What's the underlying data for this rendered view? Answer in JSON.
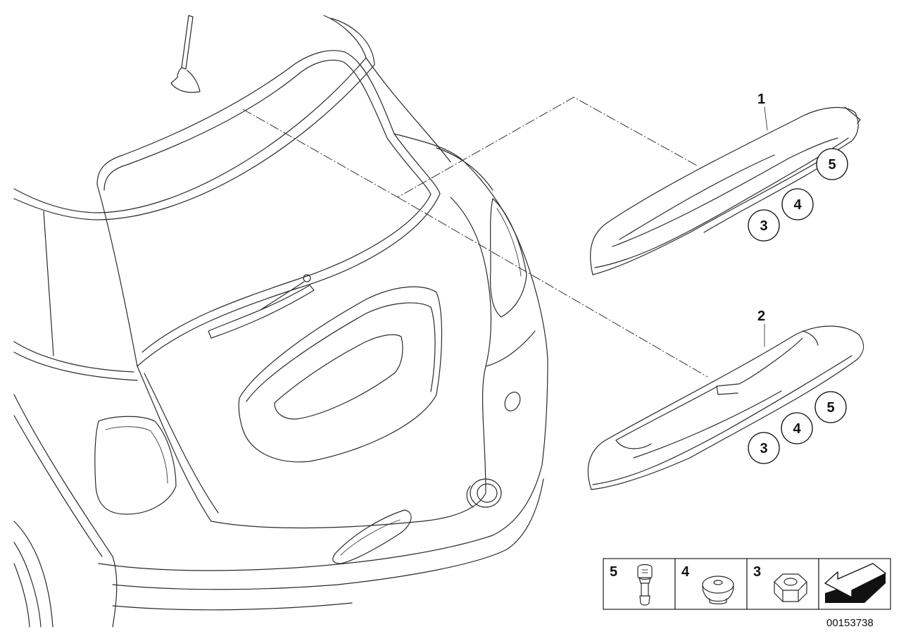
{
  "callouts": {
    "part_1": "1",
    "part_2": "2",
    "spoiler_1_circles": [
      "3",
      "4",
      "5"
    ],
    "spoiler_2_circles": [
      "3",
      "4",
      "5"
    ]
  },
  "legend": {
    "cells": [
      {
        "number": "5",
        "icon": "bolt-icon"
      },
      {
        "number": "4",
        "icon": "grommet-icon"
      },
      {
        "number": "3",
        "icon": "hex-nut-icon"
      },
      {
        "number": "",
        "icon": "direction-arrow-icon"
      }
    ]
  },
  "diagram_id": "00153738"
}
